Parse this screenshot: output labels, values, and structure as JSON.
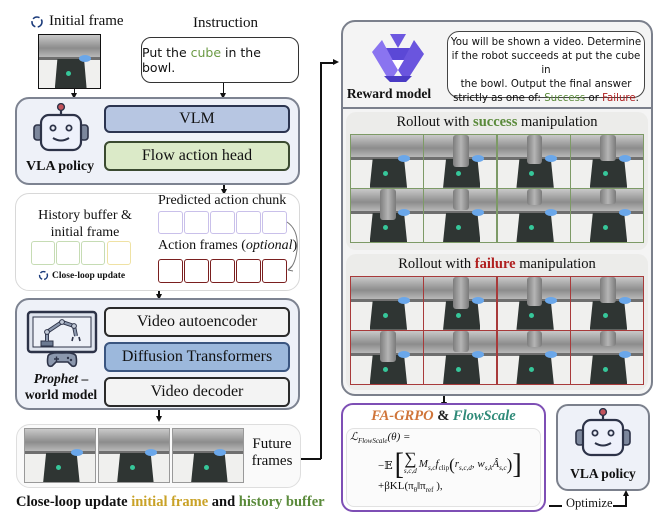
{
  "left": {
    "initial_frame_label": "Initial frame",
    "instruction_label": "Instruction",
    "instruction": {
      "before": "Put the ",
      "highlight": "cube",
      "after": " in the bowl."
    },
    "vla_policy": {
      "label": "VLA policy",
      "vlm": "VLM",
      "flow_head": "Flow action head"
    },
    "buffers": {
      "history_label_line1": "History buffer &",
      "history_label_line2": "initial frame",
      "close_loop_update": "Close-loop update",
      "predicted_chunk": "Predicted action chunk",
      "action_frames_prefix": "Action frames (",
      "action_frames_italic": "optional",
      "action_frames_suffix": ")"
    },
    "world_model": {
      "label_italic": "Prophet",
      "label_dash": " –",
      "label_line2": "world model",
      "autoencoder": "Video autoencoder",
      "dit": "Diffusion Transformers",
      "decoder": "Video decoder"
    },
    "future_frames_line1": "Future",
    "future_frames_line2": "frames",
    "caption": {
      "part1": "Close-loop update ",
      "part2": "initial frame",
      "part3": " and ",
      "part4": "history buffer"
    }
  },
  "right": {
    "reward_model": {
      "label": "Reward model",
      "prompt_line1": "You will be shown a video. Determine",
      "prompt_line2": "if the robot succeeds at put the cube in",
      "prompt_line3": "the bowl. Output the final answer",
      "prompt_line4_before": "strictly as one of: ",
      "success": "Success",
      "or": " or ",
      "failure": "Failure",
      "period": "."
    },
    "success_rollout": {
      "prefix": "Rollout with ",
      "highlight": "success",
      "suffix": " manipulation"
    },
    "failure_rollout": {
      "prefix": "Rollout with ",
      "highlight": "failure",
      "suffix": " manipulation"
    },
    "algo": {
      "fa_grpo": "FA-GRPO",
      "amp": " & ",
      "flowscale": "FlowScale",
      "formula_line1": "ℒ_FlowScale(θ) =",
      "formula_line2": "−𝔼 [ Σ_{s,c,d} M_{s,c} f_clip( r_{s,c,d}, w_{s,k} Â_{s,c} ) ]",
      "formula_line3": "+βKL(π_θ‖π_ref ),"
    },
    "vla_policy_label": "VLA policy",
    "optimize": "Optimize"
  },
  "colors": {
    "green_text": "#5a8a3a",
    "red_text": "#b02020",
    "gold_text": "#c9a227",
    "orange_text": "#d0753a",
    "teal_text": "#2e8a78",
    "vlm_fill": "#b7c6e2",
    "flow_fill": "#dbeac8",
    "panel_fill": "#eef1f8",
    "dit_fill": "#9cb8dc",
    "purple": "#7e4fb5"
  }
}
